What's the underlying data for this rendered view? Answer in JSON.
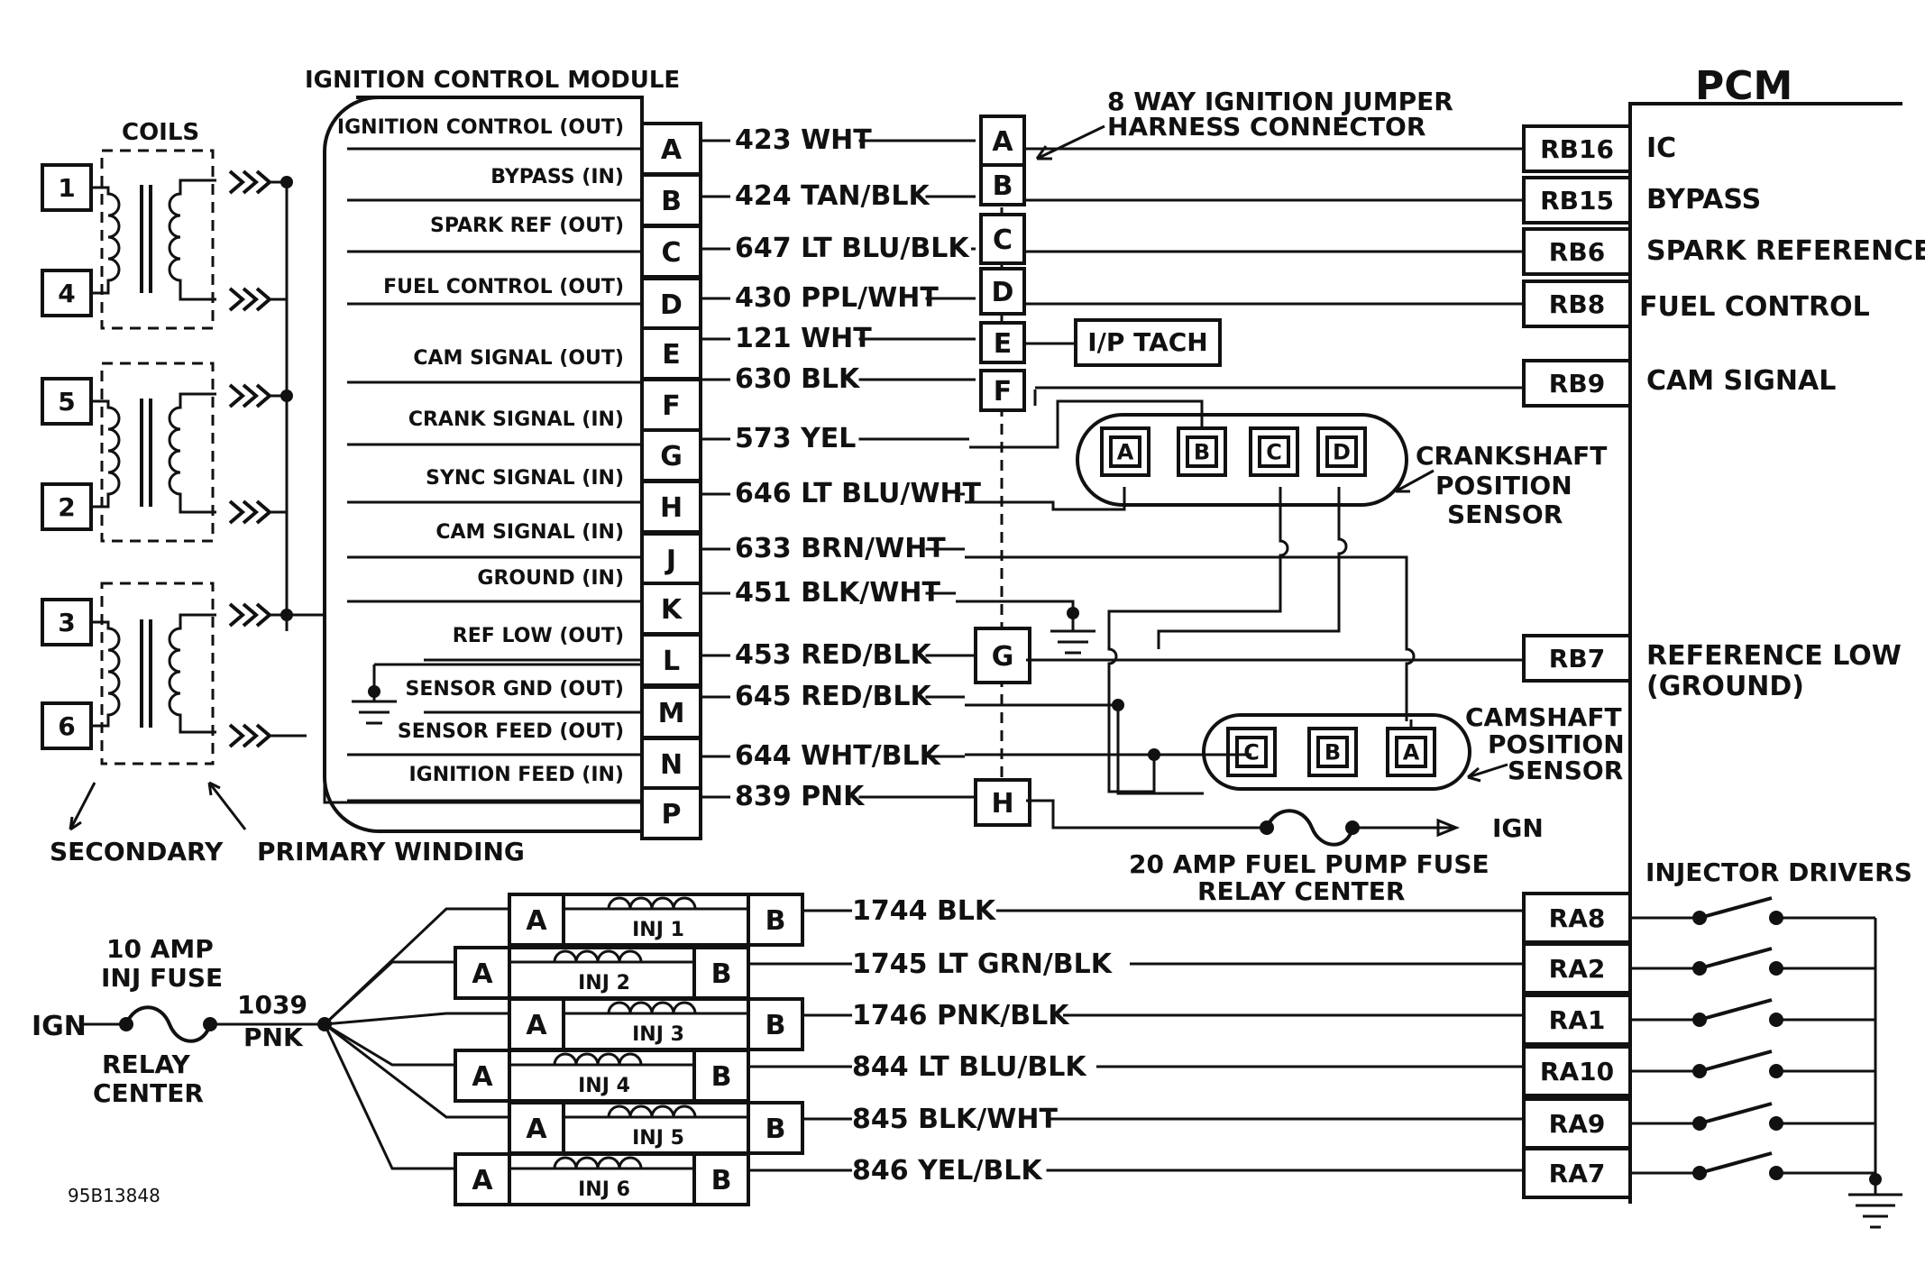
{
  "icm": {
    "title": "IGNITION CONTROL MODULE",
    "pins": [
      "A",
      "B",
      "C",
      "D",
      "E",
      "F",
      "G",
      "H",
      "J",
      "K",
      "L",
      "M",
      "N",
      "P"
    ],
    "functions": [
      "IGNITION CONTROL (OUT)",
      "BYPASS (IN)",
      "SPARK REF (OUT)",
      "FUEL CONTROL (OUT)",
      "CAM SIGNAL (OUT)",
      "CRANK SIGNAL (IN)",
      "SYNC SIGNAL (IN)",
      "CAM SIGNAL (IN)",
      "GROUND (IN)",
      "REF LOW (OUT)",
      "SENSOR GND (OUT)",
      "SENSOR FEED (OUT)",
      "IGNITION FEED (IN)"
    ]
  },
  "wires": [
    "423 WHT",
    "424 TAN/BLK",
    "647 LT BLU/BLK",
    "430 PPL/WHT",
    "121 WHT",
    "630 BLK",
    "573 YEL",
    "646 LT BLU/WHT",
    "633 BRN/WHT",
    "451 BLK/WHT",
    "453 RED/BLK",
    "645 RED/BLK",
    "644 WHT/BLK",
    "839 PNK"
  ],
  "jumper": {
    "title_line1": "8 WAY IGNITION JUMPER",
    "title_line2": "HARNESS CONNECTOR",
    "pins": [
      "A",
      "B",
      "C",
      "D",
      "E",
      "F",
      "G",
      "H"
    ]
  },
  "ip_tach": "I/P TACH",
  "pcm": {
    "title": "PCM",
    "rb_pins": [
      "RB16",
      "RB15",
      "RB6",
      "RB8",
      "RB9",
      "RB7"
    ],
    "rb_labels": [
      "IC",
      "BYPASS",
      "SPARK REFERENCE",
      "FUEL CONTROL",
      "CAM SIGNAL",
      "REFERENCE LOW",
      "(GROUND)"
    ],
    "ra_pins": [
      "RA8",
      "RA2",
      "RA1",
      "RA10",
      "RA9",
      "RA7"
    ],
    "injector_drivers": "INJECTOR DRIVERS"
  },
  "coils": {
    "title": "COILS",
    "numbers": [
      "1",
      "4",
      "5",
      "2",
      "3",
      "6"
    ],
    "secondary": "SECONDARY",
    "primary": "PRIMARY WINDING"
  },
  "crank_sensor": {
    "pins": [
      "A",
      "B",
      "C",
      "D"
    ],
    "line1": "CRANKSHAFT",
    "line2": "POSITION",
    "line3": "SENSOR"
  },
  "cam_sensor": {
    "pins": [
      "C",
      "B",
      "A"
    ],
    "line1": "CAMSHAFT",
    "line2": "POSITION",
    "line3": "SENSOR"
  },
  "fuel_pump_fuse": {
    "line1": "20 AMP FUEL PUMP FUSE",
    "line2": "RELAY CENTER",
    "ign": "IGN"
  },
  "inj_fuse": {
    "line1": "10 AMP",
    "line2": "INJ FUSE",
    "ign": "IGN",
    "relay1": "RELAY",
    "relay2": "CENTER",
    "wire_num": "1039",
    "wire_color": "PNK"
  },
  "injectors": {
    "names": [
      "INJ 1",
      "INJ 2",
      "INJ 3",
      "INJ 4",
      "INJ 5",
      "INJ 6"
    ],
    "pin_a": "A",
    "pin_b": "B",
    "wires": [
      "1744 BLK",
      "1745  LT GRN/BLK",
      "1746 PNK/BLK",
      "844 LT BLU/BLK",
      "845 BLK/WHT",
      "846 YEL/BLK"
    ]
  },
  "diagram_id": "95B13848"
}
